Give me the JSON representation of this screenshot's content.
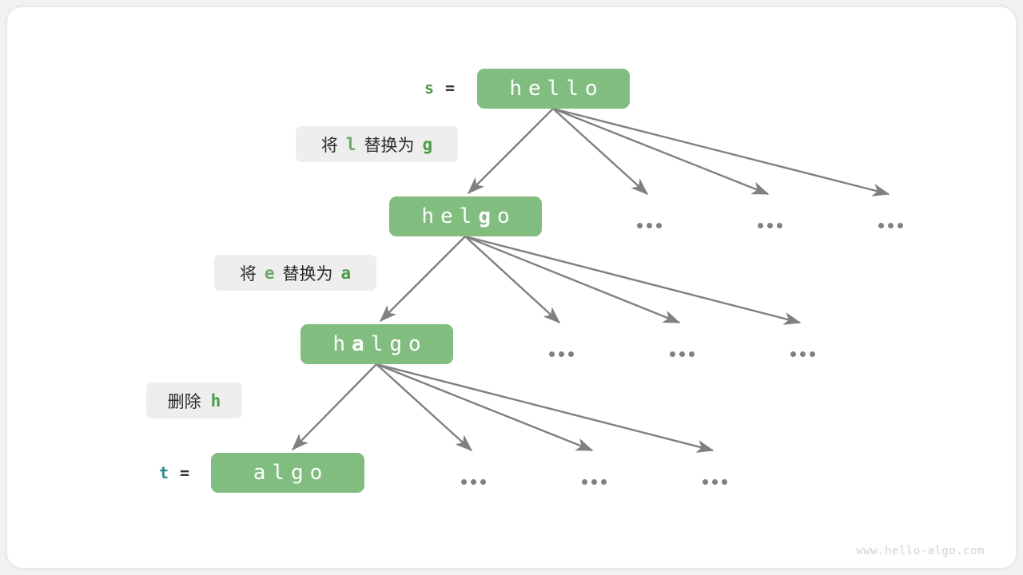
{
  "figure": {
    "title": "edit-distance-decision-tree",
    "watermark": "www.hello-algo.com",
    "colors": {
      "node_fill": "#82bd80",
      "node_text": "#ffffff",
      "edge": "#808080",
      "annot_bg": "#eeeeee",
      "annot_text": "#2b2b2b",
      "highlight_green": "#4a9b46",
      "highlight_light_green": "#6aaa64",
      "var_s": "#4a9b46",
      "var_t": "#2e8b87",
      "watermark": "#d2d2d2",
      "card_bg": "#ffffff",
      "page_bg": "#f2f2f2"
    }
  },
  "labels": {
    "s": {
      "name": "s",
      "equals": "="
    },
    "t": {
      "name": "t",
      "equals": "="
    }
  },
  "nodes": [
    {
      "id": "hello",
      "chars": [
        {
          "c": "h",
          "bold": false
        },
        {
          "c": "e",
          "bold": false
        },
        {
          "c": "l",
          "bold": false
        },
        {
          "c": "l",
          "bold": false
        },
        {
          "c": "o",
          "bold": false
        }
      ],
      "text": "hello"
    },
    {
      "id": "helgo",
      "chars": [
        {
          "c": "h",
          "bold": false
        },
        {
          "c": "e",
          "bold": false
        },
        {
          "c": "l",
          "bold": false
        },
        {
          "c": "g",
          "bold": true
        },
        {
          "c": "o",
          "bold": false
        }
      ],
      "text": "helgo"
    },
    {
      "id": "halgo",
      "chars": [
        {
          "c": "h",
          "bold": false
        },
        {
          "c": "a",
          "bold": true
        },
        {
          "c": "l",
          "bold": false
        },
        {
          "c": "g",
          "bold": false
        },
        {
          "c": "o",
          "bold": false
        }
      ],
      "text": "halgo"
    },
    {
      "id": "algo",
      "chars": [
        {
          "c": "a",
          "bold": false
        },
        {
          "c": "l",
          "bold": false
        },
        {
          "c": "g",
          "bold": false
        },
        {
          "c": "o",
          "bold": false
        }
      ],
      "text": "algo"
    }
  ],
  "annotations": [
    {
      "id": "replace-l-with-g",
      "prefix": "将",
      "from": "l",
      "middle": "替换为",
      "to": "g",
      "full": "将 l 替换为 g"
    },
    {
      "id": "replace-e-with-a",
      "prefix": "将",
      "from": "e",
      "middle": "替换为",
      "to": "a",
      "full": "将 e 替换为 a"
    },
    {
      "id": "delete-h",
      "prefix": "删除",
      "from": "h",
      "middle": "",
      "to": "",
      "full": "删除 h"
    }
  ],
  "ellipses": [
    {
      "id": "ellipsis-l1-a",
      "text": "..."
    },
    {
      "id": "ellipsis-l1-b",
      "text": "..."
    },
    {
      "id": "ellipsis-l1-c",
      "text": "..."
    },
    {
      "id": "ellipsis-l2-a",
      "text": "..."
    },
    {
      "id": "ellipsis-l2-b",
      "text": "..."
    },
    {
      "id": "ellipsis-l2-c",
      "text": "..."
    },
    {
      "id": "ellipsis-l3-a",
      "text": "..."
    },
    {
      "id": "ellipsis-l3-b",
      "text": "..."
    },
    {
      "id": "ellipsis-l3-c",
      "text": "..."
    }
  ]
}
